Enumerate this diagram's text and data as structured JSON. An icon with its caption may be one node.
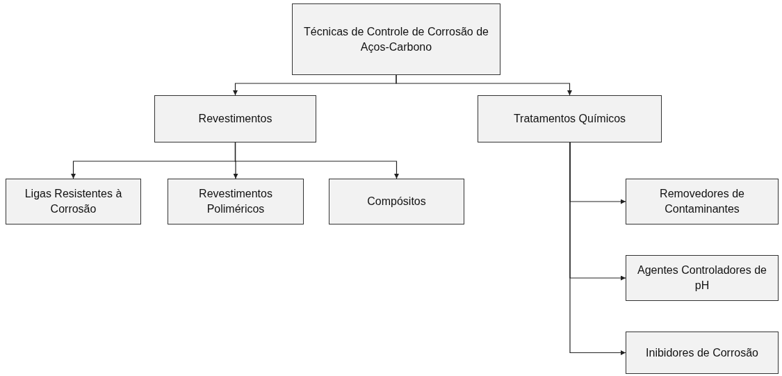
{
  "diagram": {
    "nodes": [
      {
        "text": [
          "Técnicas de Controle de Corrosão de Aços-Carbono"
        ]
      },
      {
        "text": [
          "Revestimentos"
        ]
      },
      {
        "text": [
          "Tratamentos Químicos"
        ]
      },
      {
        "text": [
          "Ligas Resistentes à Corrosão"
        ]
      },
      {
        "text": [
          "Revestimentos Poliméricos"
        ]
      },
      {
        "text": [
          "Compósitos"
        ]
      },
      {
        "text": [
          "Removedores de Contaminantes"
        ]
      },
      {
        "text": [
          "Agentes Controladores de pH"
        ]
      },
      {
        "text": [
          "Inibidores de Corrosão"
        ]
      }
    ],
    "edges": [
      {
        "from": 0,
        "to": 1,
        "arrow": "to"
      },
      {
        "from": 0,
        "to": 2,
        "arrow": "to"
      },
      {
        "from": 1,
        "to": 3,
        "arrow": "to"
      },
      {
        "from": 1,
        "to": 4,
        "arrow": "to"
      },
      {
        "from": 1,
        "to": 5,
        "arrow": "to"
      },
      {
        "from": 2,
        "to": 6,
        "arrow": "to"
      },
      {
        "from": 2,
        "to": 7,
        "arrow": "to"
      },
      {
        "from": 2,
        "to": 8,
        "arrow": "to"
      }
    ]
  }
}
